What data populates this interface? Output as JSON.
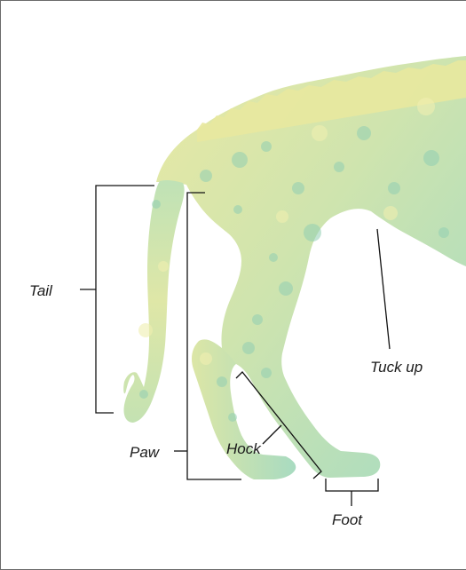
{
  "labels": {
    "tail": "Tail",
    "paw": "Paw",
    "hock": "Hock",
    "tuck_up": "Tuck up",
    "foot": "Foot"
  },
  "colors": {
    "watercolor_yellow": "#e6e79e",
    "watercolor_green": "#a9dcc0",
    "watercolor_mid": "#c9e3ad",
    "spot": "#92cfb3",
    "line": "#111111",
    "frame": "#6b6b6b"
  }
}
